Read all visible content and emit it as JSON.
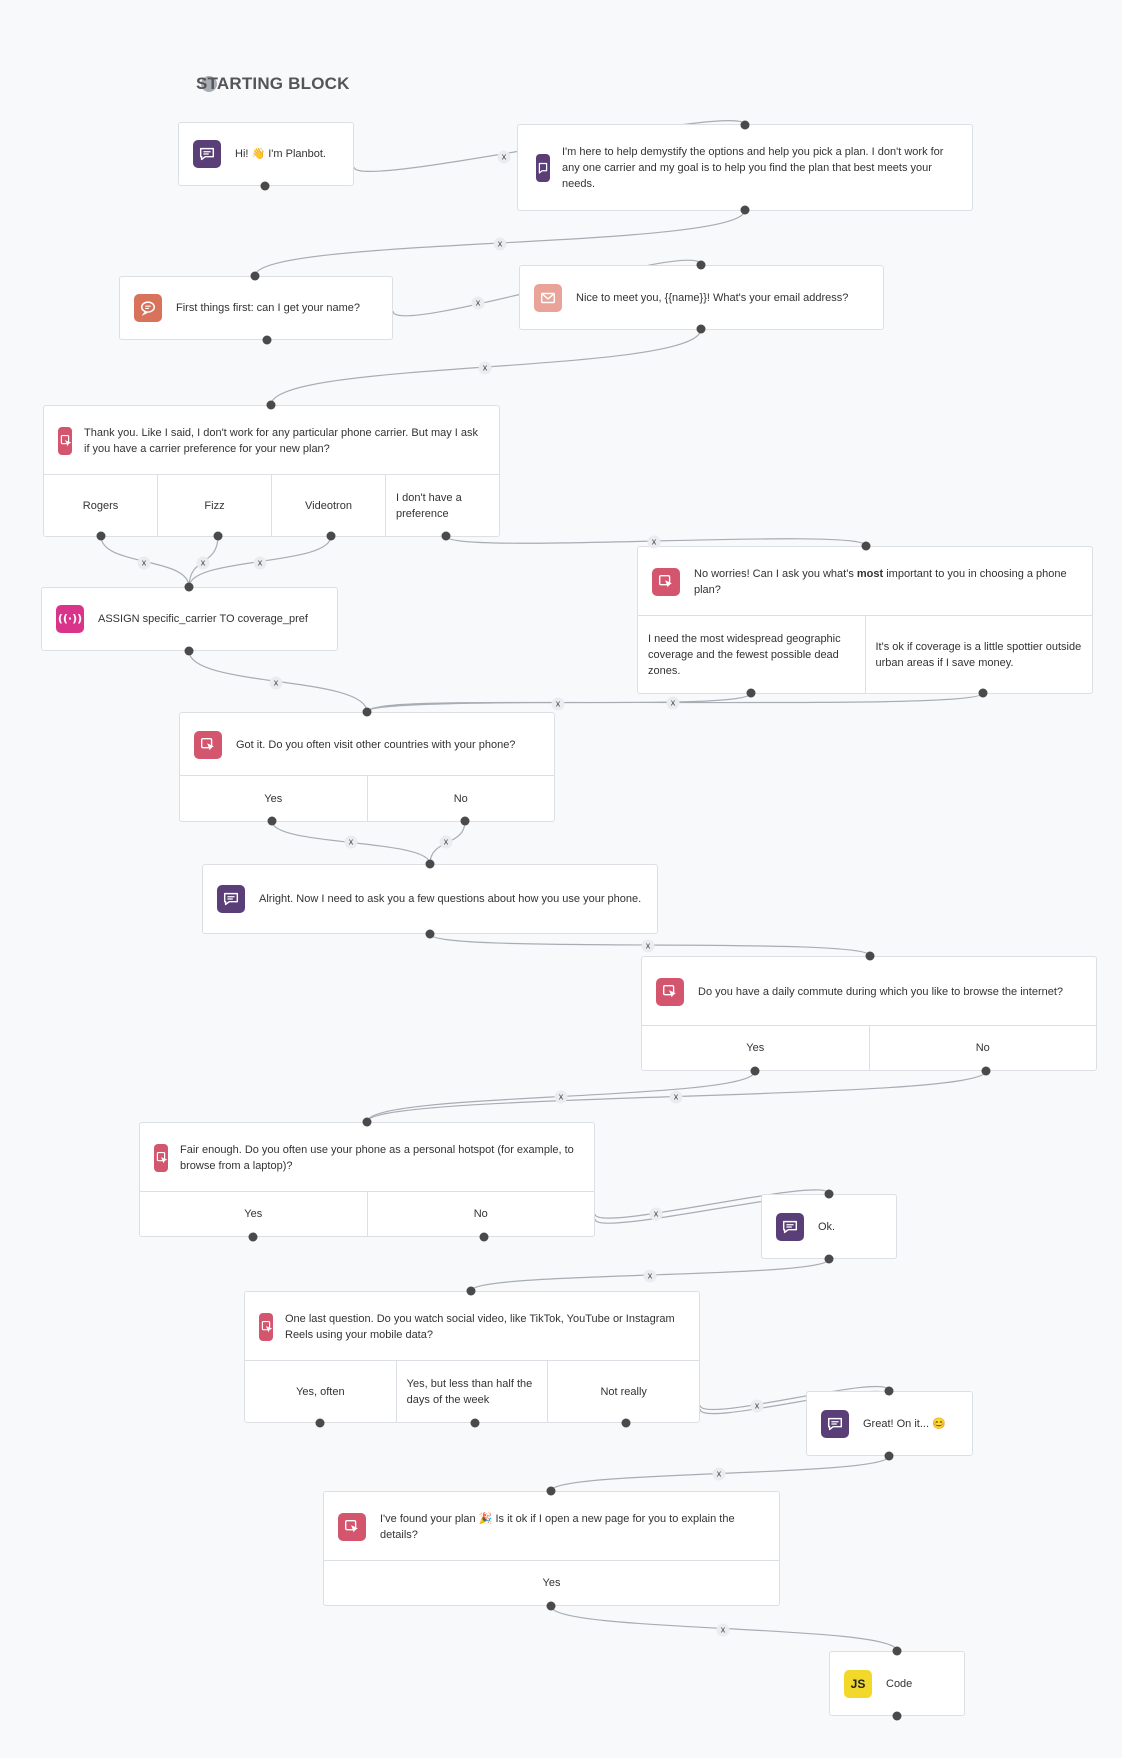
{
  "start_label": "STARTING BLOCK",
  "nodes": {
    "greeting": {
      "text": "Hi! 👋 I'm Planbot.",
      "icon": "chat-bubble-icon"
    },
    "intro": {
      "text": "I'm here to help demystify the options and help you pick a plan. I don't work for any one carrier and my goal is to help you find the plan that best meets your needs.",
      "icon": "chat-bubble-icon"
    },
    "ask_name": {
      "text": "First things first: can I get your name?",
      "icon": "ask-chat-icon"
    },
    "ask_email": {
      "text": "Nice to meet you, {{name}}! What's your email address?",
      "icon": "envelope-icon"
    },
    "carrier_q": {
      "text": "Thank you. Like I said, I don't work for any particular phone carrier. But may I ask if you have a carrier preference for your new plan?",
      "choices": [
        "Rogers",
        "Fizz",
        "Videotron",
        "I don't have a preference"
      ]
    },
    "assign": {
      "text": "ASSIGN specific_carrier TO coverage_pref",
      "icon_glyph": "((·))"
    },
    "coverage_q": {
      "text_before": "No worries! Can I ask you what's ",
      "text_bold": "most",
      "text_after": " important to you in choosing a phone plan?",
      "choices": [
        "I need the most widespread geographic coverage and the fewest possible dead zones.",
        "It's ok if coverage is a little spottier outside urban areas if I save money."
      ]
    },
    "countries_q": {
      "text": "Got it. Do you often visit other countries with your phone?",
      "choices": [
        "Yes",
        "No"
      ]
    },
    "usage_msg": {
      "text": "Alright. Now I need to ask you a few questions about how you use your phone."
    },
    "commute_q": {
      "text": "Do you have a daily commute during which you like to browse the internet?",
      "choices": [
        "Yes",
        "No"
      ]
    },
    "hotspot_q": {
      "text": "Fair enough. Do you often use your phone as a personal hotspot (for example, to browse from a laptop)?",
      "choices": [
        "Yes",
        "No"
      ]
    },
    "ok_msg": {
      "text": "Ok."
    },
    "social_q": {
      "text": "One last question. Do you watch social video, like TikTok, YouTube or Instagram Reels using your mobile data?",
      "choices": [
        "Yes, often",
        "Yes, but less than half the days of the week",
        "Not really"
      ]
    },
    "great_msg": {
      "text": "Great! On it... 😊"
    },
    "found_q": {
      "text": "I've found your plan 🎉 Is it ok if I open a new page for you to explain the details?",
      "choices": [
        "Yes"
      ]
    },
    "code": {
      "text": "Code",
      "icon_glyph": "JS"
    }
  },
  "connector_glyph": "x",
  "colors": {
    "message_icon": "#5a3e78",
    "question_icon": "#d4566e",
    "name_question_icon": "#d9725a",
    "email_icon": "#e9a398",
    "assign_icon": "#d9338a",
    "code_icon": "#f1d82a",
    "canvas_bg": "#f8f9fb",
    "wire": "#a8acb3"
  }
}
